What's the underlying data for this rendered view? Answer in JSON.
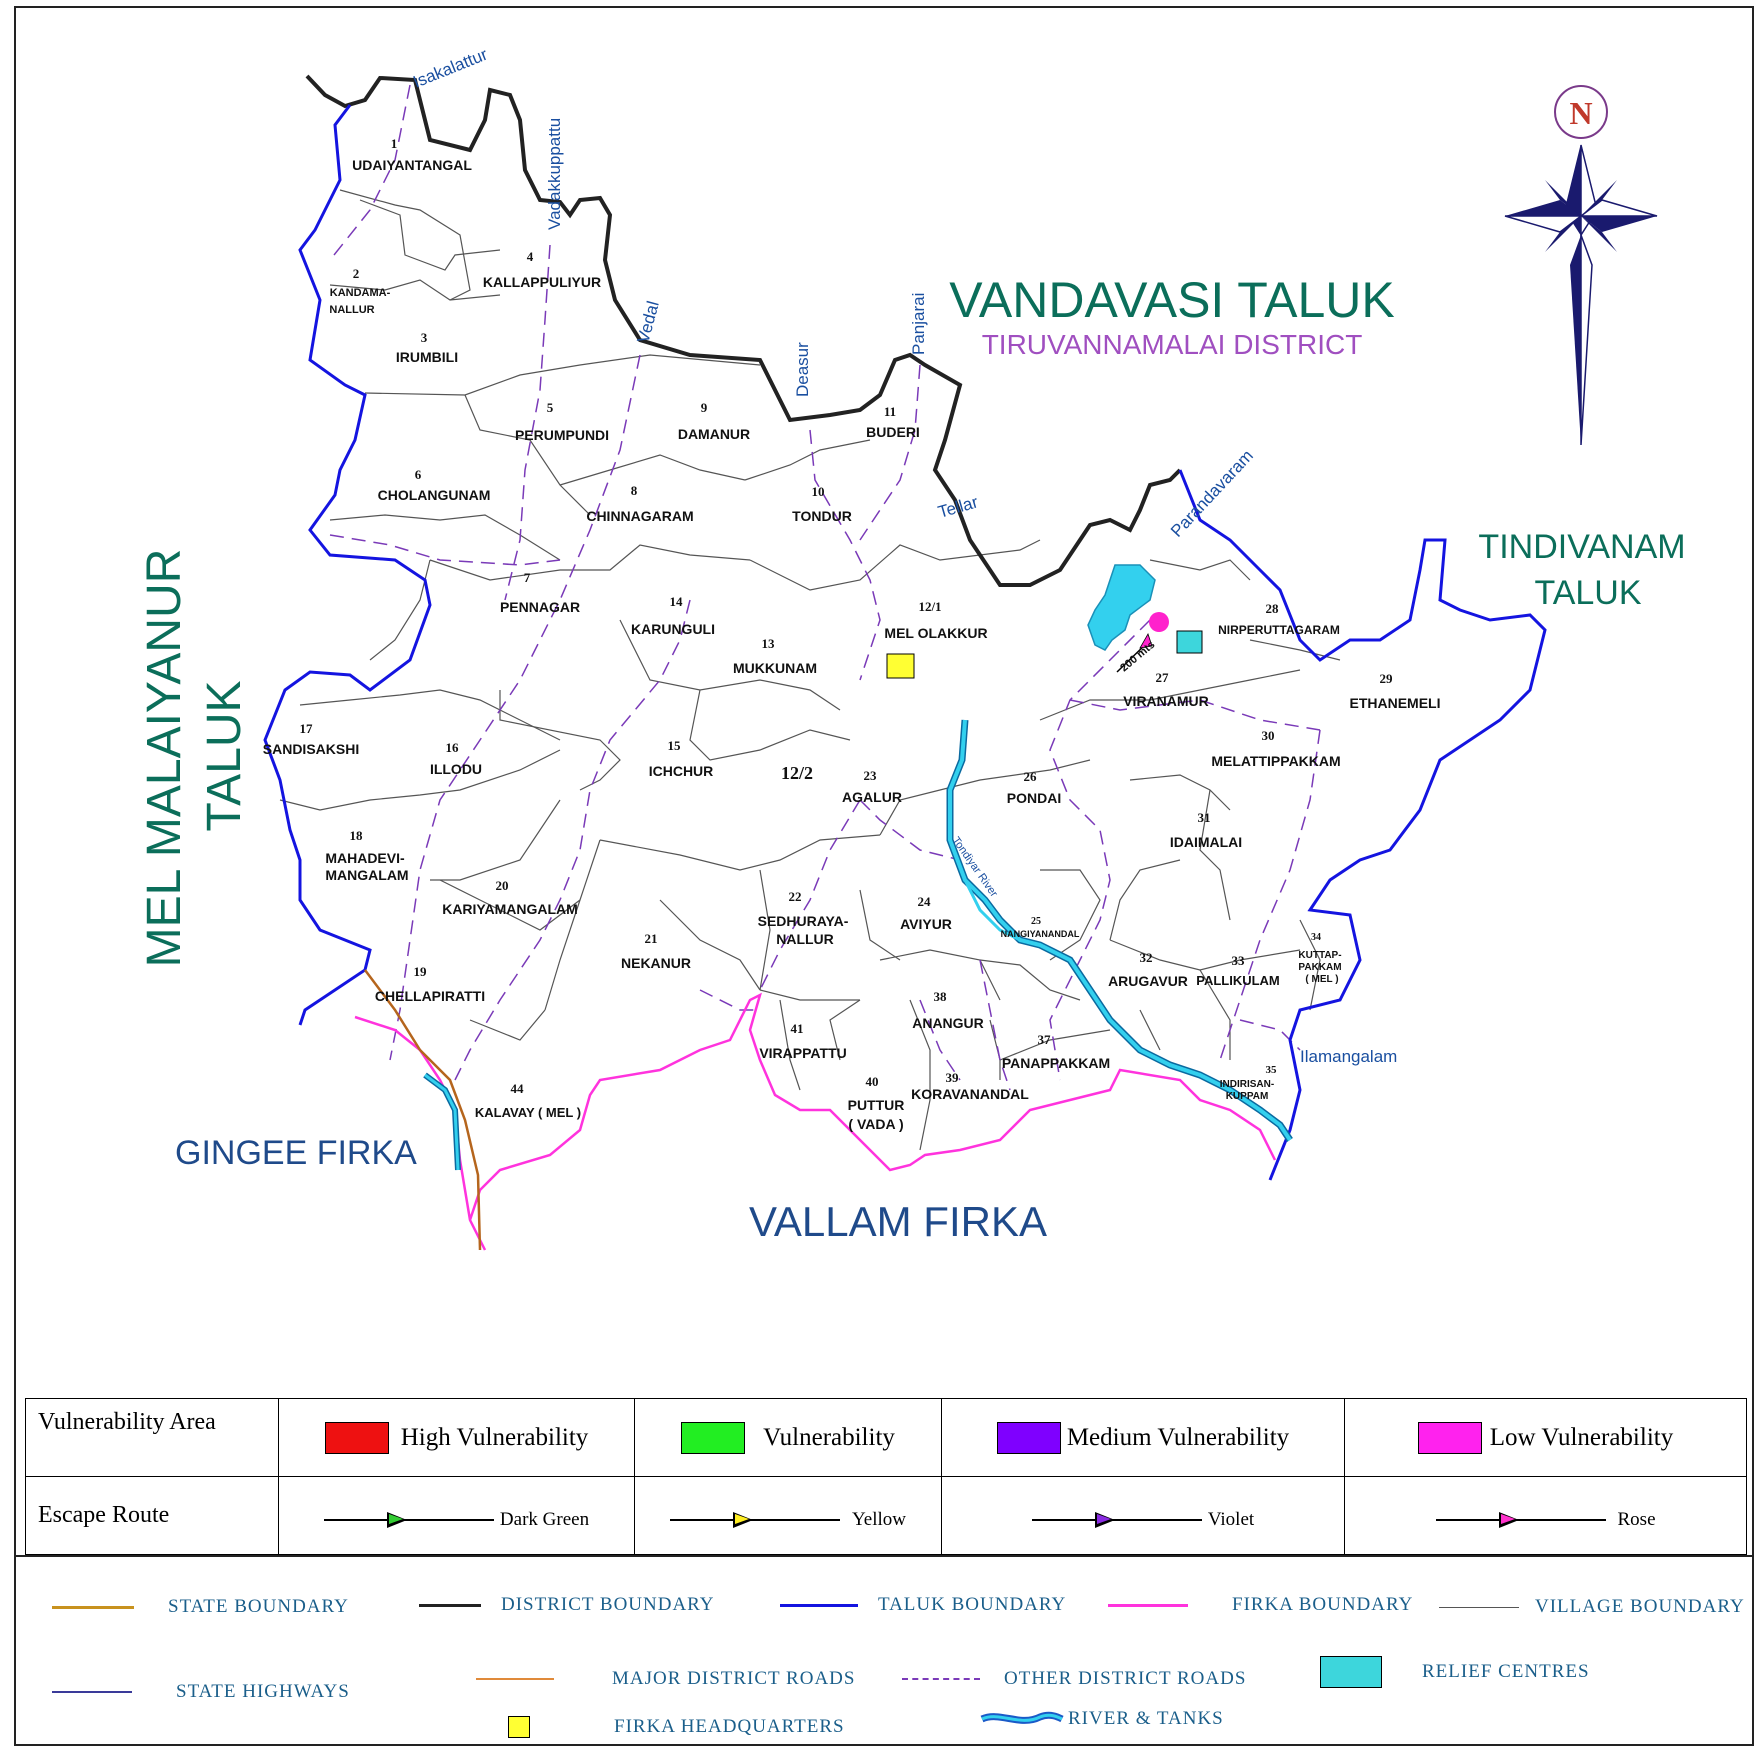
{
  "north_label": "N",
  "regions": {
    "vandavasi_taluk": "VANDAVASI TALUK",
    "tiruvannamalai_district": "TIRUVANNAMALAI DISTRICT",
    "tindivanam": "TINDIVANAM",
    "tindivanam_taluk": "TALUK",
    "mel_malaiyanur": "MEL MALAIYANUR",
    "mel_malaiyanur_taluk": "TALUK",
    "gingee_firka": "GINGEE  FIRKA",
    "vallam_firka": "VALLAM  FIRKA"
  },
  "rivers": {
    "isakalattur": "Isakalattur",
    "vadakkuppattu": "Vadakkuppattu",
    "vedal": "Vedal",
    "deasur": "Deasur",
    "panjarai": "Panjarai",
    "tellar": "Tellar",
    "parandavaram": "Parandavaram",
    "ilamangalam": "Ilamangalam",
    "tondiyar_river": "Tondiyar River"
  },
  "distance_note": "200 mts",
  "villages": [
    {
      "num": "1",
      "name": "UDAIYANTANGAL"
    },
    {
      "num": "2",
      "name": "KANDAMA-",
      "name2": "NALLUR"
    },
    {
      "num": "3",
      "name": "IRUMBILI"
    },
    {
      "num": "4",
      "name": "KALLAPPULIYUR"
    },
    {
      "num": "5",
      "name": "PERUMPUNDI"
    },
    {
      "num": "6",
      "name": "CHOLANGUNAM"
    },
    {
      "num": "7",
      "name": "PENNAGAR"
    },
    {
      "num": "8",
      "name": "CHINNAGARAM"
    },
    {
      "num": "9",
      "name": "DAMANUR"
    },
    {
      "num": "10",
      "name": "TONDUR"
    },
    {
      "num": "11",
      "name": "BUDERI"
    },
    {
      "num": "12/1",
      "name": "MEL OLAKKUR"
    },
    {
      "num": "12/2",
      "name": ""
    },
    {
      "num": "13",
      "name": "MUKKUNAM"
    },
    {
      "num": "14",
      "name": "KARUNGULI"
    },
    {
      "num": "15",
      "name": "ICHCHUR"
    },
    {
      "num": "16",
      "name": "ILLODU"
    },
    {
      "num": "17",
      "name": "SANDISAKSHI"
    },
    {
      "num": "18",
      "name": "MAHADEVI-",
      "name2": "MANGALAM"
    },
    {
      "num": "19",
      "name": "CHELLAPIRATTI"
    },
    {
      "num": "20",
      "name": "KARIYAMANGALAM"
    },
    {
      "num": "21",
      "name": "NEKANUR"
    },
    {
      "num": "22",
      "name": "SEDHURAYA-",
      "name2": "NALLUR"
    },
    {
      "num": "23",
      "name": "AGALUR"
    },
    {
      "num": "24",
      "name": "AVIYUR"
    },
    {
      "num": "25",
      "name": "NANGIYANANDAL"
    },
    {
      "num": "26",
      "name": "PONDAI"
    },
    {
      "num": "27",
      "name": "VIRANAMUR"
    },
    {
      "num": "28",
      "name": "NIRPERUTTAGARAM"
    },
    {
      "num": "29",
      "name": "ETHANEMELI"
    },
    {
      "num": "30",
      "name": "MELATTIPPAKKAM"
    },
    {
      "num": "31",
      "name": "IDAIMALAI"
    },
    {
      "num": "32",
      "name": "ARUGAVUR"
    },
    {
      "num": "33",
      "name": "PALLIKULAM"
    },
    {
      "num": "34",
      "name": "KUTTAP-",
      "name2": "PAKKAM",
      "name3": "( MEL )"
    },
    {
      "num": "35",
      "name": "INDIRISAN-",
      "name2": "KUPPAM"
    },
    {
      "num": "37",
      "name": "PANAPPAKKAM"
    },
    {
      "num": "38",
      "name": "ANANGUR"
    },
    {
      "num": "39",
      "name": "KORAVANANDAL"
    },
    {
      "num": "40",
      "name": "PUTTUR",
      "name2": "( VADA )"
    },
    {
      "num": "41",
      "name": "VIRAPPATTU"
    },
    {
      "num": "44",
      "name": "KALAVAY ( MEL )"
    }
  ],
  "vulnerability": {
    "row_label": "Vulnerability Area",
    "items": [
      {
        "label": "High Vulnerability",
        "color": "#ee1111"
      },
      {
        "label": "Vulnerability",
        "color": "#22ee22"
      },
      {
        "label": "Medium Vulnerability",
        "color": "#7f00ff"
      },
      {
        "label": "Low Vulnerability",
        "color": "#ff22ee"
      }
    ]
  },
  "escape": {
    "row_label": "Escape Route",
    "items": [
      {
        "label": "Dark Green",
        "color": "#33cc33"
      },
      {
        "label": "Yellow",
        "color": "#ffee22"
      },
      {
        "label": "Violet",
        "color": "#8a2be2"
      },
      {
        "label": "Rose",
        "color": "#ff33cc"
      }
    ]
  },
  "legend": {
    "state_boundary": "STATE  BOUNDARY",
    "district_boundary": "DISTRICT  BOUNDARY",
    "taluk_boundary": "TALUK  BOUNDARY",
    "firka_boundary": "FIRKA  BOUNDARY",
    "village_boundary": "VILLAGE  BOUNDARY",
    "state_highways": "STATE  HIGHWAYS",
    "major_district_roads": "MAJOR  DISTRICT  ROADS",
    "other_district_roads": "OTHER  DISTRICT  ROADS",
    "relief_centres": "RELIEF CENTRES",
    "firka_headquarters": "FIRKA  HEADQUARTERS",
    "river_tanks": "RIVER & TANKS"
  },
  "colors": {
    "state_boundary": "#c8921e",
    "district_boundary": "#222222",
    "taluk_boundary": "#1414e0",
    "firka_boundary": "#ff33dd",
    "village_boundary": "#555555",
    "state_highways": "#3a3a99",
    "major_district_roads": "#e08a3a",
    "other_district_roads": "#7a3ab8",
    "relief_centres": "#3dd6dc",
    "firka_headquarters": "#ffff33",
    "river": "#33d0ee"
  }
}
